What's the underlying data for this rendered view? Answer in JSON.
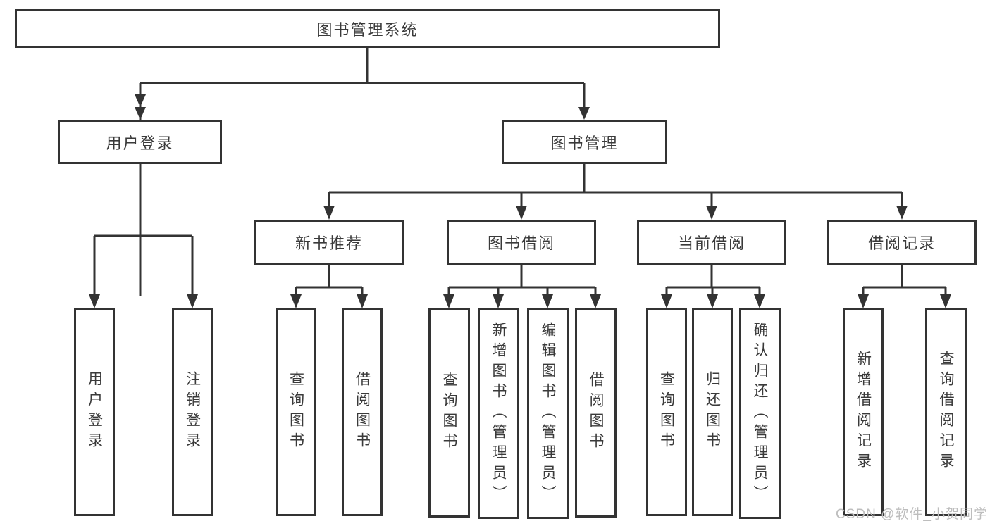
{
  "diagram": {
    "title": "图书管理系统",
    "colors": {
      "line": "#333333",
      "text": "#3a3a3a",
      "background": "#ffffff",
      "watermark": "#bdbdbd"
    },
    "nodes": {
      "root": {
        "label": "图书管理系统"
      },
      "user_login": {
        "label": "用户登录"
      },
      "book_mgmt": {
        "label": "图书管理"
      },
      "new_book_rec": {
        "label": "新书推荐"
      },
      "book_borrow": {
        "label": "图书借阅"
      },
      "current_borrow": {
        "label": "当前借阅"
      },
      "borrow_records": {
        "label": "借阅记录"
      },
      "leaf_user_login": {
        "label": "用户登录"
      },
      "leaf_logout": {
        "label": "注销登录"
      },
      "leaf_nb_query": {
        "label": "查询图书"
      },
      "leaf_nb_borrow": {
        "label": "借阅图书"
      },
      "leaf_bb_query": {
        "label": "查询图书"
      },
      "leaf_bb_add": {
        "label": "新增图书（管理员）"
      },
      "leaf_bb_edit": {
        "label": "编辑图书（管理员）"
      },
      "leaf_bb_borrow": {
        "label": "借阅图书"
      },
      "leaf_cb_query": {
        "label": "查询图书"
      },
      "leaf_cb_return": {
        "label": "归还图书"
      },
      "leaf_cb_confirm": {
        "label": "确认归还（管理员）"
      },
      "leaf_br_add": {
        "label": "新增借阅记录"
      },
      "leaf_br_query": {
        "label": "查询借阅记录"
      }
    },
    "watermark": "CSDN @软件_小贺同学"
  }
}
